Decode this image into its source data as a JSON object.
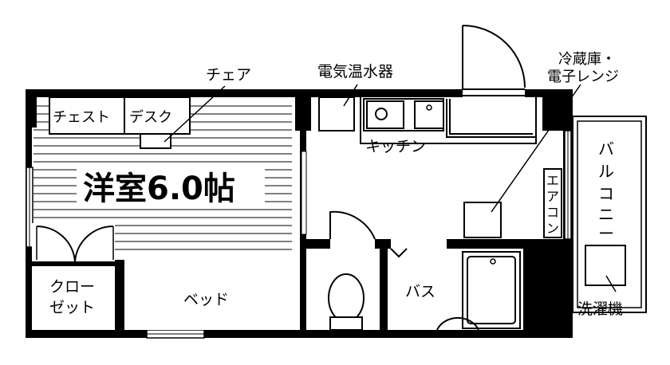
{
  "rooms": {
    "western_room": "洋室6.0帖",
    "kitchen": "キッチン",
    "bath": "バス",
    "closet_line1": "クロー",
    "closet_line2": "ゼット",
    "balcony": [
      "バ",
      "ル",
      "コ",
      "ニ",
      "ー"
    ]
  },
  "furniture": {
    "chest": "チェスト",
    "desk": "デスク",
    "chair": "チェア",
    "bed": "ベッド",
    "water_heater": "電気温水器",
    "fridge_line1": "冷蔵庫・",
    "fridge_line2": "電子レンジ",
    "aircon": [
      "エ",
      "ア",
      "コ",
      "ン"
    ],
    "washer": "洗濯機"
  },
  "colors": {
    "wall": "#000000",
    "floor": "#ffffff"
  }
}
